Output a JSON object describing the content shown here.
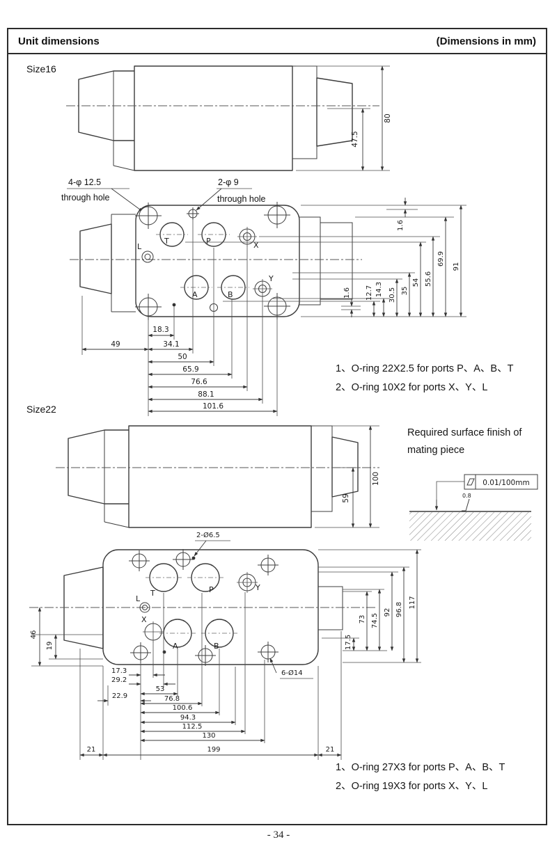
{
  "header": {
    "title": "Unit dimensions",
    "dims_note": "(Dimensions in mm)"
  },
  "footer": {
    "page_number": "- 34 -"
  },
  "size16": {
    "label": "Size16",
    "side_view": {
      "height_total": "80",
      "height_partial": "47.5"
    },
    "bottom_view": {
      "callout_mount_holes": {
        "line1": "4-φ 12.5",
        "line2": "through hole"
      },
      "callout_pilot_holes": {
        "line1": "2-φ 9",
        "line2": "through hole"
      },
      "ports": {
        "T": "T",
        "P": "P",
        "X": "X",
        "L": "L",
        "A": "A",
        "B": "B",
        "Y": "Y"
      },
      "right_dims": [
        "1.6",
        "1.6",
        "12.7",
        "14.3",
        "30.5",
        "35",
        "54",
        "55.6",
        "69.9",
        "91"
      ],
      "bottom_dims": [
        "18.3",
        "49",
        "34.1",
        "50",
        "65.9",
        "76.6",
        "88.1",
        "101.6"
      ]
    },
    "notes": [
      "1、O-ring 22X2.5 for ports P、A、B、T",
      "2、O-ring 10X2 for ports X、Y、L"
    ]
  },
  "size22": {
    "label": "Size22",
    "side_view": {
      "height_total": "100",
      "height_partial": "59"
    },
    "surface_finish": {
      "line1": "Required surface finish of",
      "line2": "mating piece",
      "flatness": "0.01/100mm",
      "roughness": "0.8"
    },
    "bottom_view": {
      "callout_pin_holes": "2-Ø6.5",
      "callout_bolt_holes": "6-Ø14",
      "ports": {
        "T": "T",
        "P": "P",
        "X": "X",
        "L": "L",
        "A": "A",
        "B": "B",
        "Y": "Y"
      },
      "left_dims": [
        "46",
        "19"
      ],
      "right_dims": [
        "17.5",
        "73",
        "74.5",
        "92",
        "96.8",
        "117"
      ],
      "bottom_dims": [
        "17.3",
        "29.2",
        "53",
        "22.9",
        "76.8",
        "100.6",
        "94.3",
        "112.5",
        "130",
        "199",
        "21",
        "21"
      ]
    },
    "notes": [
      "1、O-ring 27X3 for ports  P、A、B、T",
      "2、O-ring 19X3 for ports  X、Y、L"
    ]
  }
}
